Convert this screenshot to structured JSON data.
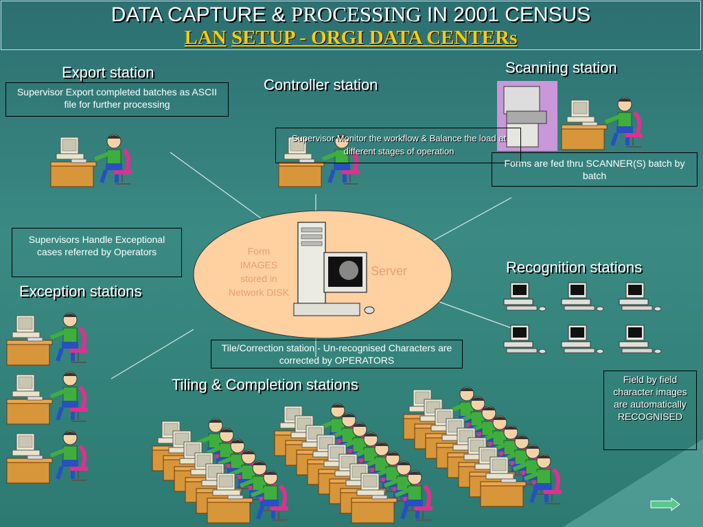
{
  "title": {
    "line1_a": "DATA CAPTURE & ",
    "line1_b": "PROCESSING",
    "line1_c": " IN 2001 CENSUS",
    "line2_a": "LAN",
    "line2_b": "SETUP - ",
    "line2_c": " ORGI DATA CENTERs"
  },
  "sections": {
    "export": "Export  station",
    "controller": "Controller station",
    "scanning": "Scanning station",
    "recognition": "Recognition stations",
    "exception": "Exception stations",
    "tiling": "Tiling & Completion stations"
  },
  "boxes": {
    "export": "Supervisor Export completed batches as  ASCII file for further processing",
    "controller": "Supervisor Monitor the workflow & Balance the load at different stages of operation",
    "scanning": "Forms are fed thru SCANNER(S) batch by batch",
    "exception": "Supervisors Handle Exceptional cases referred by Operators",
    "tiling": "Tile/Correction station - Un-recognised Characters are corrected by OPERATORS",
    "recognition": "Field by field character images are automatically RECOGNISED"
  },
  "server": {
    "label": "Server",
    "form_text": "Form IMAGES stored in Network DISK"
  },
  "colors": {
    "title_yellow": "#ffcc00",
    "oval_fill": "#ffd0a0",
    "server_text": "#e8a070"
  },
  "icons": {
    "workstation": "operator-at-computer",
    "server": "server-tower-icon",
    "scanner": "scanner-icon",
    "pc": "desktop-computer-icon",
    "next": "next-arrow-icon"
  }
}
